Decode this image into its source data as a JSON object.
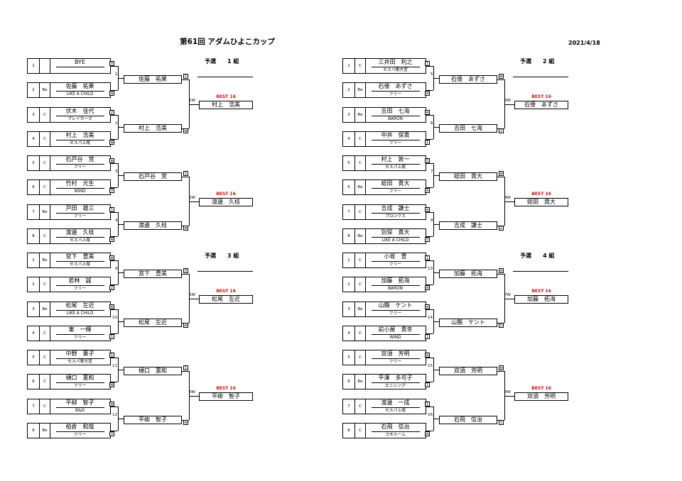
{
  "title": "第61回 アダムひよこカップ",
  "date": "2021/4/18",
  "best_label": "BEST 16",
  "groups": [
    {
      "header": "予選　　1 組",
      "final_num": "1W",
      "final_winner": "村上　浩美",
      "players": [
        {
          "seed": "1",
          "rank": "",
          "name": "BYE",
          "club": "",
          "score": "0"
        },
        {
          "seed": "2",
          "rank": "Be",
          "name": "佐藤　祐果",
          "club": "LIKE A CHILD",
          "score": "w"
        },
        {
          "seed": "3",
          "rank": "C",
          "name": "伏木　佳代",
          "club": "ブレイカーズ",
          "score": "2"
        },
        {
          "seed": "4",
          "rank": "C",
          "name": "村上　浩美",
          "club": "セスパ上尾",
          "score": "w"
        }
      ],
      "matches": [
        {
          "num": "1",
          "winner": "佐藤　祐果",
          "score": "1"
        },
        {
          "num": "2",
          "winner": "村上　浩美",
          "score": "w"
        }
      ]
    },
    {
      "header": "",
      "final_num": "2W",
      "final_winner": "渡邊　久枝",
      "players": [
        {
          "seed": "5",
          "rank": "C",
          "name": "石戸谷　覚",
          "club": "フリー",
          "score": "w"
        },
        {
          "seed": "6",
          "rank": "C",
          "name": "竹村　光生",
          "club": "WIND",
          "score": "0"
        },
        {
          "seed": "7",
          "rank": "Be",
          "name": "戸田　雄三",
          "club": "フリー",
          "score": "1"
        },
        {
          "seed": "8",
          "rank": "C",
          "name": "渡邊　久枝",
          "club": "セスパ上尾",
          "score": "w"
        }
      ],
      "matches": [
        {
          "num": "3",
          "winner": "石戸谷　覚",
          "score": "1"
        },
        {
          "num": "4",
          "winner": "渡邊　久枝",
          "score": "w"
        }
      ]
    },
    {
      "header": "予選　　3 組",
      "final_num": "5W",
      "final_winner": "松尾　左近",
      "players": [
        {
          "seed": "1",
          "rank": "Be",
          "name": "宮下　豊美",
          "club": "セスパ上尾",
          "score": "w"
        },
        {
          "seed": "2",
          "rank": "C",
          "name": "若林　誠",
          "club": "フリー",
          "score": "2"
        },
        {
          "seed": "3",
          "rank": "Be",
          "name": "松尾　左近",
          "club": "LIKE A CHILD",
          "score": "w"
        },
        {
          "seed": "4",
          "rank": "C",
          "name": "東　一輝",
          "club": "フリー",
          "score": "1"
        }
      ],
      "matches": [
        {
          "num": "9",
          "winner": "宮下　豊美",
          "score": "0"
        },
        {
          "num": "10",
          "winner": "松尾　左近",
          "score": "w"
        }
      ]
    },
    {
      "header": "",
      "final_num": "6W",
      "final_winner": "平柳　智子",
      "players": [
        {
          "seed": "5",
          "rank": "C",
          "name": "中野　葉子",
          "club": "セスパ東大宮",
          "score": "1"
        },
        {
          "seed": "6",
          "rank": "C",
          "name": "樋口　憲和",
          "club": "フリー",
          "score": "w"
        },
        {
          "seed": "7",
          "rank": "C",
          "name": "平柳　智子",
          "club": "B&D",
          "score": "w"
        },
        {
          "seed": "8",
          "rank": "Be",
          "name": "柏倉　和哉",
          "club": "フリー",
          "score": "0"
        }
      ],
      "matches": [
        {
          "num": "11",
          "winner": "樋口　憲和",
          "score": "1"
        },
        {
          "num": "12",
          "winner": "平柳　智子",
          "score": "w"
        }
      ]
    },
    {
      "header": "予選　　2 組",
      "final_num": "3W",
      "final_winner": "石倭　あずさ",
      "players": [
        {
          "seed": "1",
          "rank": "C",
          "name": "三井田　利之",
          "club": "セスパ東大宮",
          "score": "1"
        },
        {
          "seed": "2",
          "rank": "Be",
          "name": "石倭　あずさ",
          "club": "フリー",
          "score": "w"
        },
        {
          "seed": "3",
          "rank": "Be",
          "name": "吉田　七海",
          "club": "BARON",
          "score": "w"
        },
        {
          "seed": "4",
          "rank": "C",
          "name": "中井　保貴",
          "club": "フリー",
          "score": "1"
        }
      ],
      "matches": [
        {
          "num": "5",
          "winner": "石倭　あずさ",
          "score": "w"
        },
        {
          "num": "6",
          "winner": "吉田　七海",
          "score": "1"
        }
      ]
    },
    {
      "header": "",
      "final_num": "4W",
      "final_winner": "蛭田　貴大",
      "players": [
        {
          "seed": "5",
          "rank": "C",
          "name": "村上　敦一",
          "club": "セスパ上尾",
          "score": "0"
        },
        {
          "seed": "6",
          "rank": "Be",
          "name": "蛭田　貴大",
          "club": "フリー",
          "score": "w"
        },
        {
          "seed": "7",
          "rank": "C",
          "name": "吉成　謙士",
          "club": "ブロンクス",
          "score": "w"
        },
        {
          "seed": "8",
          "rank": "Be",
          "name": "別保　貴大",
          "club": "LIKE A CHILD",
          "score": "0"
        }
      ],
      "matches": [
        {
          "num": "7",
          "winner": "蛭田　貴大",
          "score": "w"
        },
        {
          "num": "8",
          "winner": "吉成　謙士",
          "score": "2"
        }
      ]
    },
    {
      "header": "予選　　4 組",
      "final_num": "7W",
      "final_winner": "加藤　拓海",
      "players": [
        {
          "seed": "1",
          "rank": "C",
          "name": "小坂　豊",
          "club": "フリー",
          "score": "1"
        },
        {
          "seed": "2",
          "rank": "C",
          "name": "加藤　拓海",
          "club": "BARON",
          "score": "w"
        },
        {
          "seed": "3",
          "rank": "Be",
          "name": "山縣　ケント",
          "club": "フリー",
          "score": "w"
        },
        {
          "seed": "4",
          "rank": "C",
          "name": "前小屋　貴幸",
          "club": "WIND",
          "score": "1"
        }
      ],
      "matches": [
        {
          "num": "13",
          "winner": "加藤　拓海",
          "score": "w"
        },
        {
          "num": "14",
          "winner": "山縣　ケント",
          "score": "0"
        }
      ]
    },
    {
      "header": "",
      "final_num": "8W",
      "final_winner": "双須　芳明",
      "players": [
        {
          "seed": "5",
          "rank": "C",
          "name": "双須　芳明",
          "club": "フリー",
          "score": "w"
        },
        {
          "seed": "6",
          "rank": "Be",
          "name": "平澤　多可子",
          "club": "エニシング",
          "score": "1"
        },
        {
          "seed": "7",
          "rank": "C",
          "name": "渡邊　一成",
          "club": "セスパ上尾",
          "score": "1"
        },
        {
          "seed": "8",
          "rank": "C",
          "name": "石飛　信治",
          "club": "コモルーム",
          "score": "w"
        }
      ],
      "matches": [
        {
          "num": "15",
          "winner": "双須　芳明",
          "score": "w"
        },
        {
          "num": "16",
          "winner": "石飛　信治",
          "score": "1"
        }
      ]
    }
  ]
}
